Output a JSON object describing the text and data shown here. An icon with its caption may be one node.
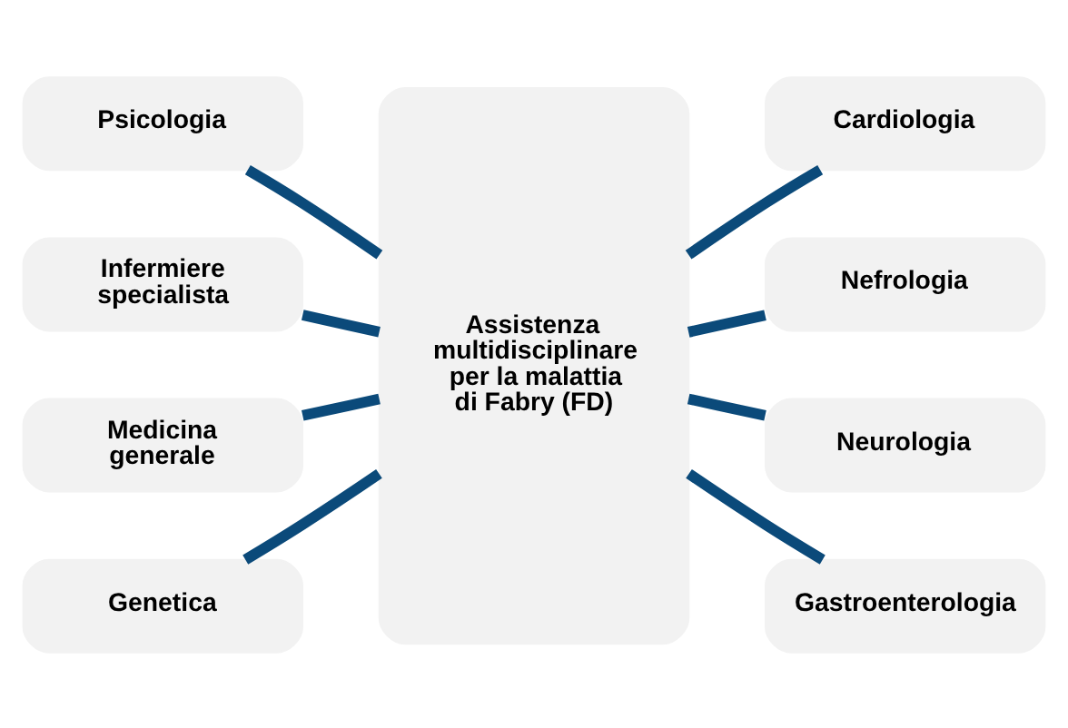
{
  "diagram": {
    "nodes": [
      {
        "text": [
          "Psicologia"
        ]
      },
      {
        "text": [
          "Infermiere specialista"
        ]
      },
      {
        "text": [
          "Medicina generale"
        ]
      },
      {
        "text": [
          "Genetica"
        ]
      },
      {
        "text": [
          "Assistenza multidisciplinare per la malattia di Fabry (FD)"
        ]
      },
      {
        "text": [
          "Cardiologia"
        ]
      },
      {
        "text": [
          "Nefrologia"
        ]
      },
      {
        "text": [
          "Neurologia"
        ]
      },
      {
        "text": [
          "Gastroenterologia"
        ]
      }
    ],
    "edges": [
      {
        "from": 0,
        "to": 4,
        "arrow": "none"
      },
      {
        "from": 1,
        "to": 4,
        "arrow": "none"
      },
      {
        "from": 2,
        "to": 4,
        "arrow": "none"
      },
      {
        "from": 3,
        "to": 4,
        "arrow": "none"
      },
      {
        "from": 4,
        "to": 5,
        "arrow": "none"
      },
      {
        "from": 4,
        "to": 6,
        "arrow": "none"
      },
      {
        "from": 4,
        "to": 7,
        "arrow": "none"
      },
      {
        "from": 4,
        "to": 8,
        "arrow": "none"
      }
    ]
  }
}
